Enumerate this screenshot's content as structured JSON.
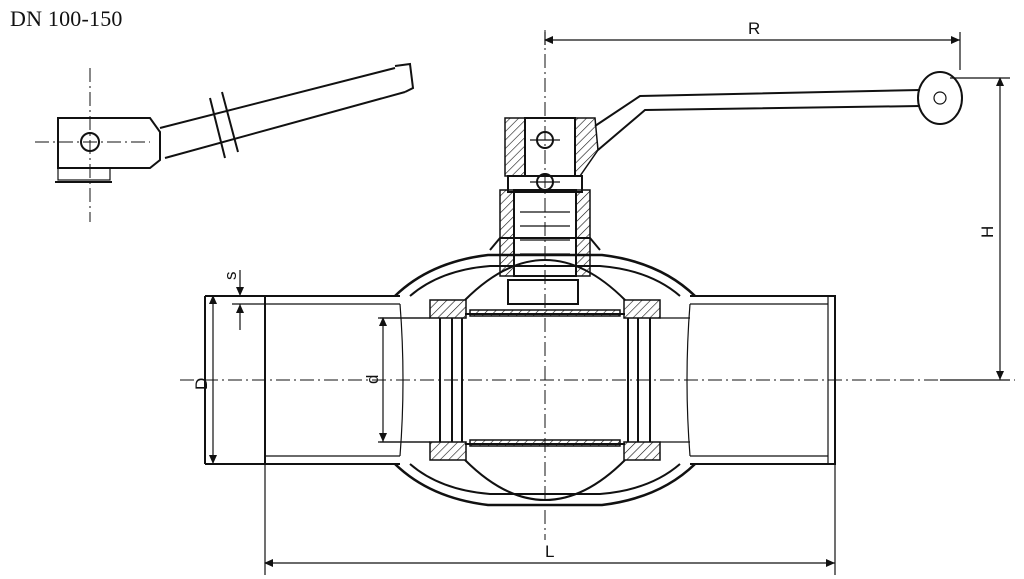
{
  "drawing": {
    "title": "DN 100-150",
    "dimensions": {
      "R": "R",
      "H": "H",
      "L": "L",
      "D": "D",
      "d": "d",
      "s": "s"
    }
  }
}
